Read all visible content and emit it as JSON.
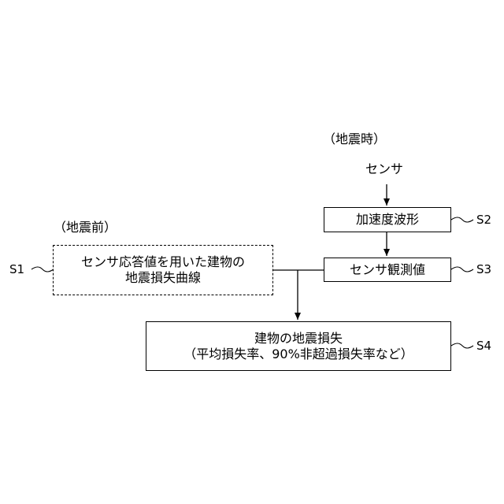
{
  "labels": {
    "during": "（地震時）",
    "before": "（地震前）",
    "sensor": "センサ"
  },
  "boxes": {
    "s1": {
      "line1": "センサ応答値を用いた建物の",
      "line2": "地震損失曲線"
    },
    "s2": {
      "text": "加速度波形"
    },
    "s3": {
      "text": "センサ観測値"
    },
    "s4": {
      "line1": "建物の地震損失",
      "line2": "（平均損失率、90%非超過損失率など）"
    }
  },
  "steps": {
    "s1": "S1",
    "s2": "S2",
    "s3": "S3",
    "s4": "S4"
  },
  "s1_border": "dashed"
}
